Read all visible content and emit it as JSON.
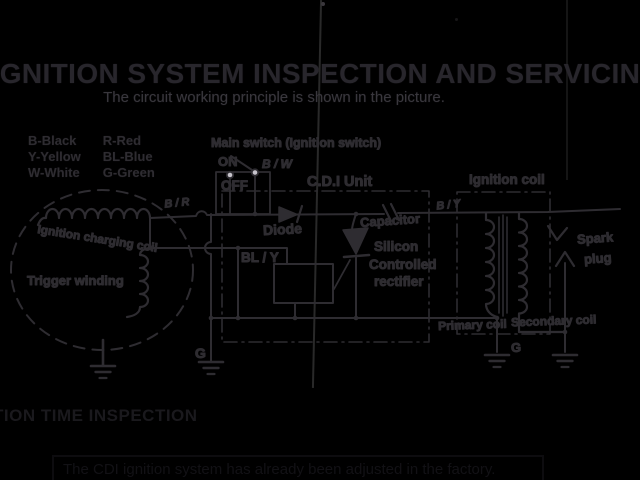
{
  "header": {
    "title_visible": "GNITION SYSTEM INSPECTION AND SERVICIN",
    "subtitle": "The circuit working principle is shown in the picture."
  },
  "wire_color_legend": {
    "column1": [
      "B-Black",
      "Y-Yellow",
      "W-White"
    ],
    "column2": [
      "R-Red",
      "BL-Blue",
      "G-Green"
    ]
  },
  "diagram": {
    "main_switch": "Main switch (Ignition switch)",
    "switch_on": "ON",
    "switch_off": "OFF",
    "wire_bw": "B / W",
    "wire_br": "B / R",
    "wire_by": "B / Y",
    "wire_bly": "BL / Y",
    "cdi_unit": "C.D.I Unit",
    "ignition_coil": "Ignition coil",
    "diode": "Diode",
    "capacitor": "Capacitor",
    "scr_line1": "Silicon",
    "scr_line2": "Controlled",
    "scr_line3": "rectifier",
    "charging_coil": "Ignition charging coil",
    "trigger_winding": "Trigger winding",
    "primary_coil": "Primary coil",
    "secondary_coil": "Secondary coil",
    "spark_line1": "Spark",
    "spark_line2": "plug",
    "ground_g_left": "G",
    "ground_g_right": "G"
  },
  "footer": {
    "section_title_visible": "TION TIME INSPECTION",
    "note": "The CDI ignition system has already been adjusted in the factory."
  },
  "colors": {
    "ink": "#2e2c31",
    "paper": "#c7c4cb",
    "shadow_bottom": "#17161a"
  }
}
